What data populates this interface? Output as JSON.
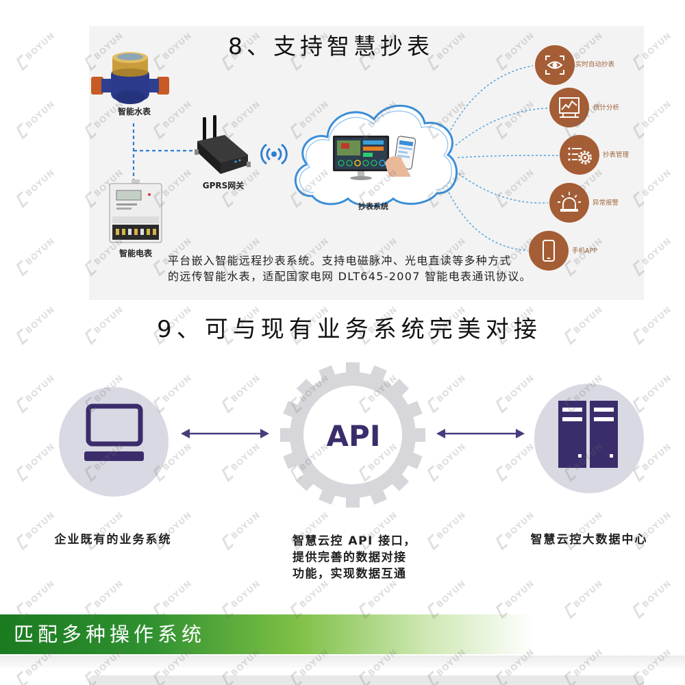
{
  "colors": {
    "accent_brown": "#a55d35",
    "connector_blue": "#2f7fd0",
    "icon_purple": "#3b2d6b",
    "circle_fill": "#d9d9e3",
    "banner_green": "#1b7a20"
  },
  "section8": {
    "title": "8、支持智慧抄表",
    "devices": {
      "water_meter": {
        "label": "智能水表",
        "icon": "water-meter-icon"
      },
      "electric_meter": {
        "label": "智能电表",
        "icon": "electric-meter-icon"
      },
      "gateway": {
        "label": "GPRS网关",
        "icon": "gprs-gateway-icon"
      },
      "signal": {
        "icon": "wireless-signal-icon"
      },
      "cloud_system": {
        "label": "抄表系统",
        "icon": "cloud-icon"
      }
    },
    "features": [
      {
        "label": "实时自动抄表",
        "icon": "eye-scan-icon"
      },
      {
        "label": "统计分析",
        "icon": "chart-monitor-icon"
      },
      {
        "label": "抄表管理",
        "icon": "list-gear-icon"
      },
      {
        "label": "异常报警",
        "icon": "alarm-light-icon"
      },
      {
        "label": "手机APP",
        "icon": "smartphone-icon"
      }
    ],
    "description": [
      "平台嵌入智能远程抄表系统。支持电磁脉冲、光电直读等多种方式",
      "的远传智能水表，适配国家电网 DLT645-2007 智能电表通讯协议。"
    ]
  },
  "section9": {
    "title": "9、可与现有业务系统完美对接",
    "left": {
      "label": "企业既有的业务系统",
      "icon": "monitor-icon"
    },
    "center": {
      "badge": "API",
      "icon": "gear-icon",
      "lines": [
        "智慧云控 API 接口，",
        "提供完善的数据对接",
        "功能，实现数据互通"
      ]
    },
    "right": {
      "label": "智慧云控大数据中心",
      "icon": "server-icon"
    }
  },
  "banner": {
    "text": "匹配多种操作系统"
  },
  "watermark": "BOYUN"
}
